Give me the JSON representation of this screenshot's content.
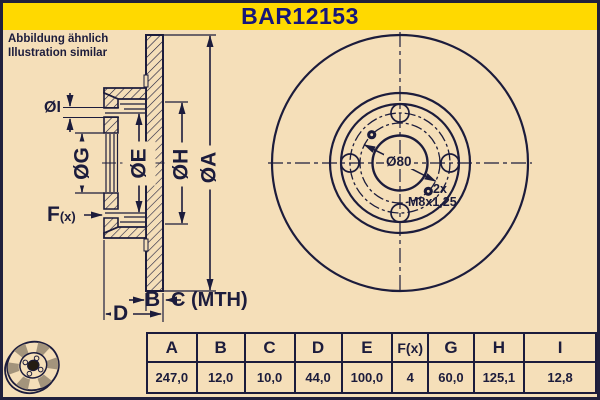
{
  "title": "BAR12153",
  "note": [
    "Abbildung ähnlich",
    "Illustration similar"
  ],
  "colors": {
    "banner_yellow": "#FFD900",
    "paper_beige": "#F5DFB9",
    "ink_navy": "#1C1C3C",
    "title_navy": "#16167A",
    "photo_gray": "#A3947C"
  },
  "section_view": {
    "labels": {
      "dia_i": "ØI",
      "dia_g": "ØG",
      "dia_e": "ØE",
      "dia_h": "ØH",
      "dia_a": "ØA",
      "f": "F",
      "f_sub": "(x)",
      "b": "B",
      "c_mth": "C (MTH)",
      "d": "D"
    }
  },
  "front_view": {
    "labels": {
      "center_circle": "Ø80",
      "hole_count": "2x",
      "thread": "M8x1,25"
    }
  },
  "dimensions_table": {
    "headers": [
      "A",
      "B",
      "C",
      "D",
      "E",
      "F(x)",
      "G",
      "H",
      "I"
    ],
    "values": [
      "247,0",
      "12,0",
      "10,0",
      "44,0",
      "100,0",
      "4",
      "60,0",
      "125,1",
      "12,8"
    ]
  }
}
